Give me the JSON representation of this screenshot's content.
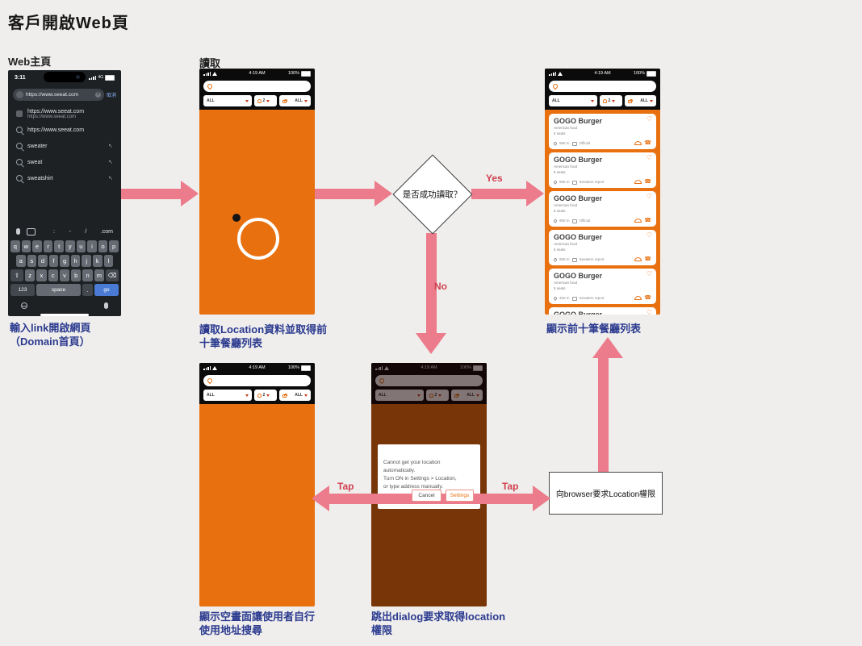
{
  "page": {
    "title": "客戶開啟Web頁"
  },
  "labels": {
    "step1": "Web主頁",
    "step2": "讀取",
    "decision": "是否成功讀取？",
    "yes": "Yes",
    "no": "No",
    "tap_left": "Tap",
    "tap_right": "Tap",
    "request_box": "向browser要求Location權限"
  },
  "captions": {
    "step1": "輸入link開啟網頁\n（Domain首頁）",
    "step2": "讀取Location資料並取得前\n十筆餐廳列表",
    "step3": "顯示前十筆餐廳列表",
    "step4": "顯示空畫面讓使用者自行\n使用地址搜尋",
    "step5": "跳出dialog要求取得location\n權限"
  },
  "icons": {
    "heart": "♡",
    "phone": "☎",
    "clear": "×"
  },
  "browser_phone": {
    "status": {
      "time": "3:11",
      "network": "4G"
    },
    "url_bar": {
      "value": "https://www.seeat.com",
      "cancel_label": "取消"
    },
    "suggestions": [
      {
        "icon": "site",
        "text": "https://www.seeat.com",
        "subtext": "https://www.seeat.com",
        "trail": ""
      },
      {
        "icon": "search",
        "text": "https://www.seeat.com",
        "subtext": "",
        "trail": ""
      },
      {
        "icon": "search",
        "text": "sweater",
        "subtext": "",
        "trail": "↖"
      },
      {
        "icon": "search",
        "text": "sweat",
        "subtext": "",
        "trail": "↖"
      },
      {
        "icon": "search",
        "text": "sweatshirt",
        "subtext": "",
        "trail": "↖"
      }
    ],
    "shortcuts": [
      ":",
      "-",
      "/",
      ".com"
    ],
    "keyboard": {
      "row1": [
        "q",
        "w",
        "e",
        "r",
        "t",
        "y",
        "u",
        "i",
        "o",
        "p"
      ],
      "row2": [
        "a",
        "s",
        "d",
        "f",
        "g",
        "h",
        "j",
        "k",
        "l"
      ],
      "row3": [
        "z",
        "x",
        "c",
        "v",
        "b",
        "n",
        "m"
      ],
      "shift": "⇧",
      "backspace": "⌫",
      "num": "123",
      "space": "space",
      "period": ".",
      "go": "go"
    }
  },
  "app_phone": {
    "status": {
      "time": "4:19 AM",
      "battery": "100%"
    },
    "filters": {
      "category": "ALL",
      "guests": "2",
      "type": "ALL"
    }
  },
  "restaurants": [
    {
      "name": "GOGO Burger",
      "cuisine": "American food",
      "seats": "5 seats",
      "distance": "950 m",
      "tag": "Official"
    },
    {
      "name": "GOGO Burger",
      "cuisine": "American food",
      "seats": "5 seats",
      "distance": "950 m",
      "tag": "Seeaters report"
    },
    {
      "name": "GOGO Burger",
      "cuisine": "American food",
      "seats": "5 seats",
      "distance": "950 m",
      "tag": "Official"
    },
    {
      "name": "GOGO Burger",
      "cuisine": "American food",
      "seats": "5 seats",
      "distance": "950 m",
      "tag": "Seeaters report"
    },
    {
      "name": "GOGO Burger",
      "cuisine": "American food",
      "seats": "5 seats",
      "distance": "450 m",
      "tag": "Seeaters report"
    },
    {
      "name": "GOGO Burger",
      "cuisine": "",
      "seats": "",
      "distance": "",
      "tag": ""
    }
  ],
  "dialog": {
    "message": "Cannot get your location\nautomatically.\nTurn ON in Settings > Location,\nor type address manually.",
    "cancel_label": "Cancel",
    "settings_label": "Settings"
  },
  "colors": {
    "accent_orange": "#e8700f",
    "arrow_pink": "#ec7b8b",
    "label_red": "#d04050",
    "caption_blue": "#2b3a8f"
  }
}
